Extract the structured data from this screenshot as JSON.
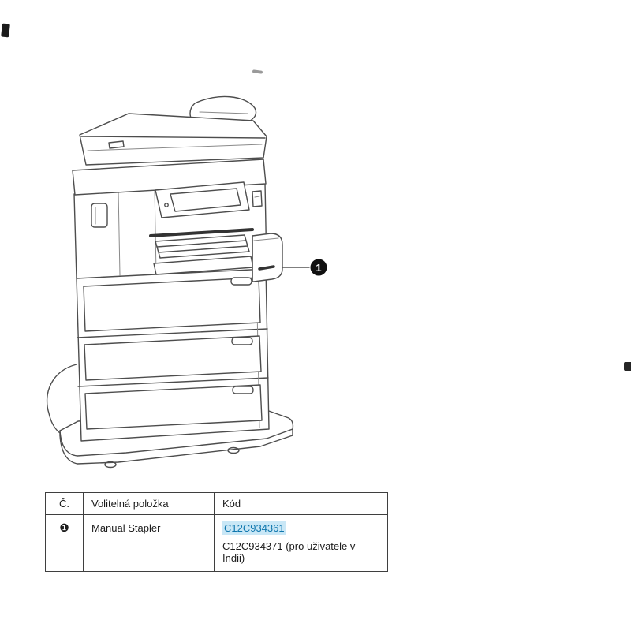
{
  "figure": {
    "callout_number": "1"
  },
  "table": {
    "headers": [
      "Č.",
      "Volitelná položka",
      "Kód"
    ],
    "rows": [
      {
        "num": "❶",
        "item": "Manual Stapler",
        "codes": [
          "C12C934361",
          "C12C934371 (pro uživatele v Indii)"
        ]
      }
    ]
  },
  "colors": {
    "line": "#4d4d4d",
    "link": "#0e76ad",
    "link_highlight": "#c9e7f6"
  }
}
